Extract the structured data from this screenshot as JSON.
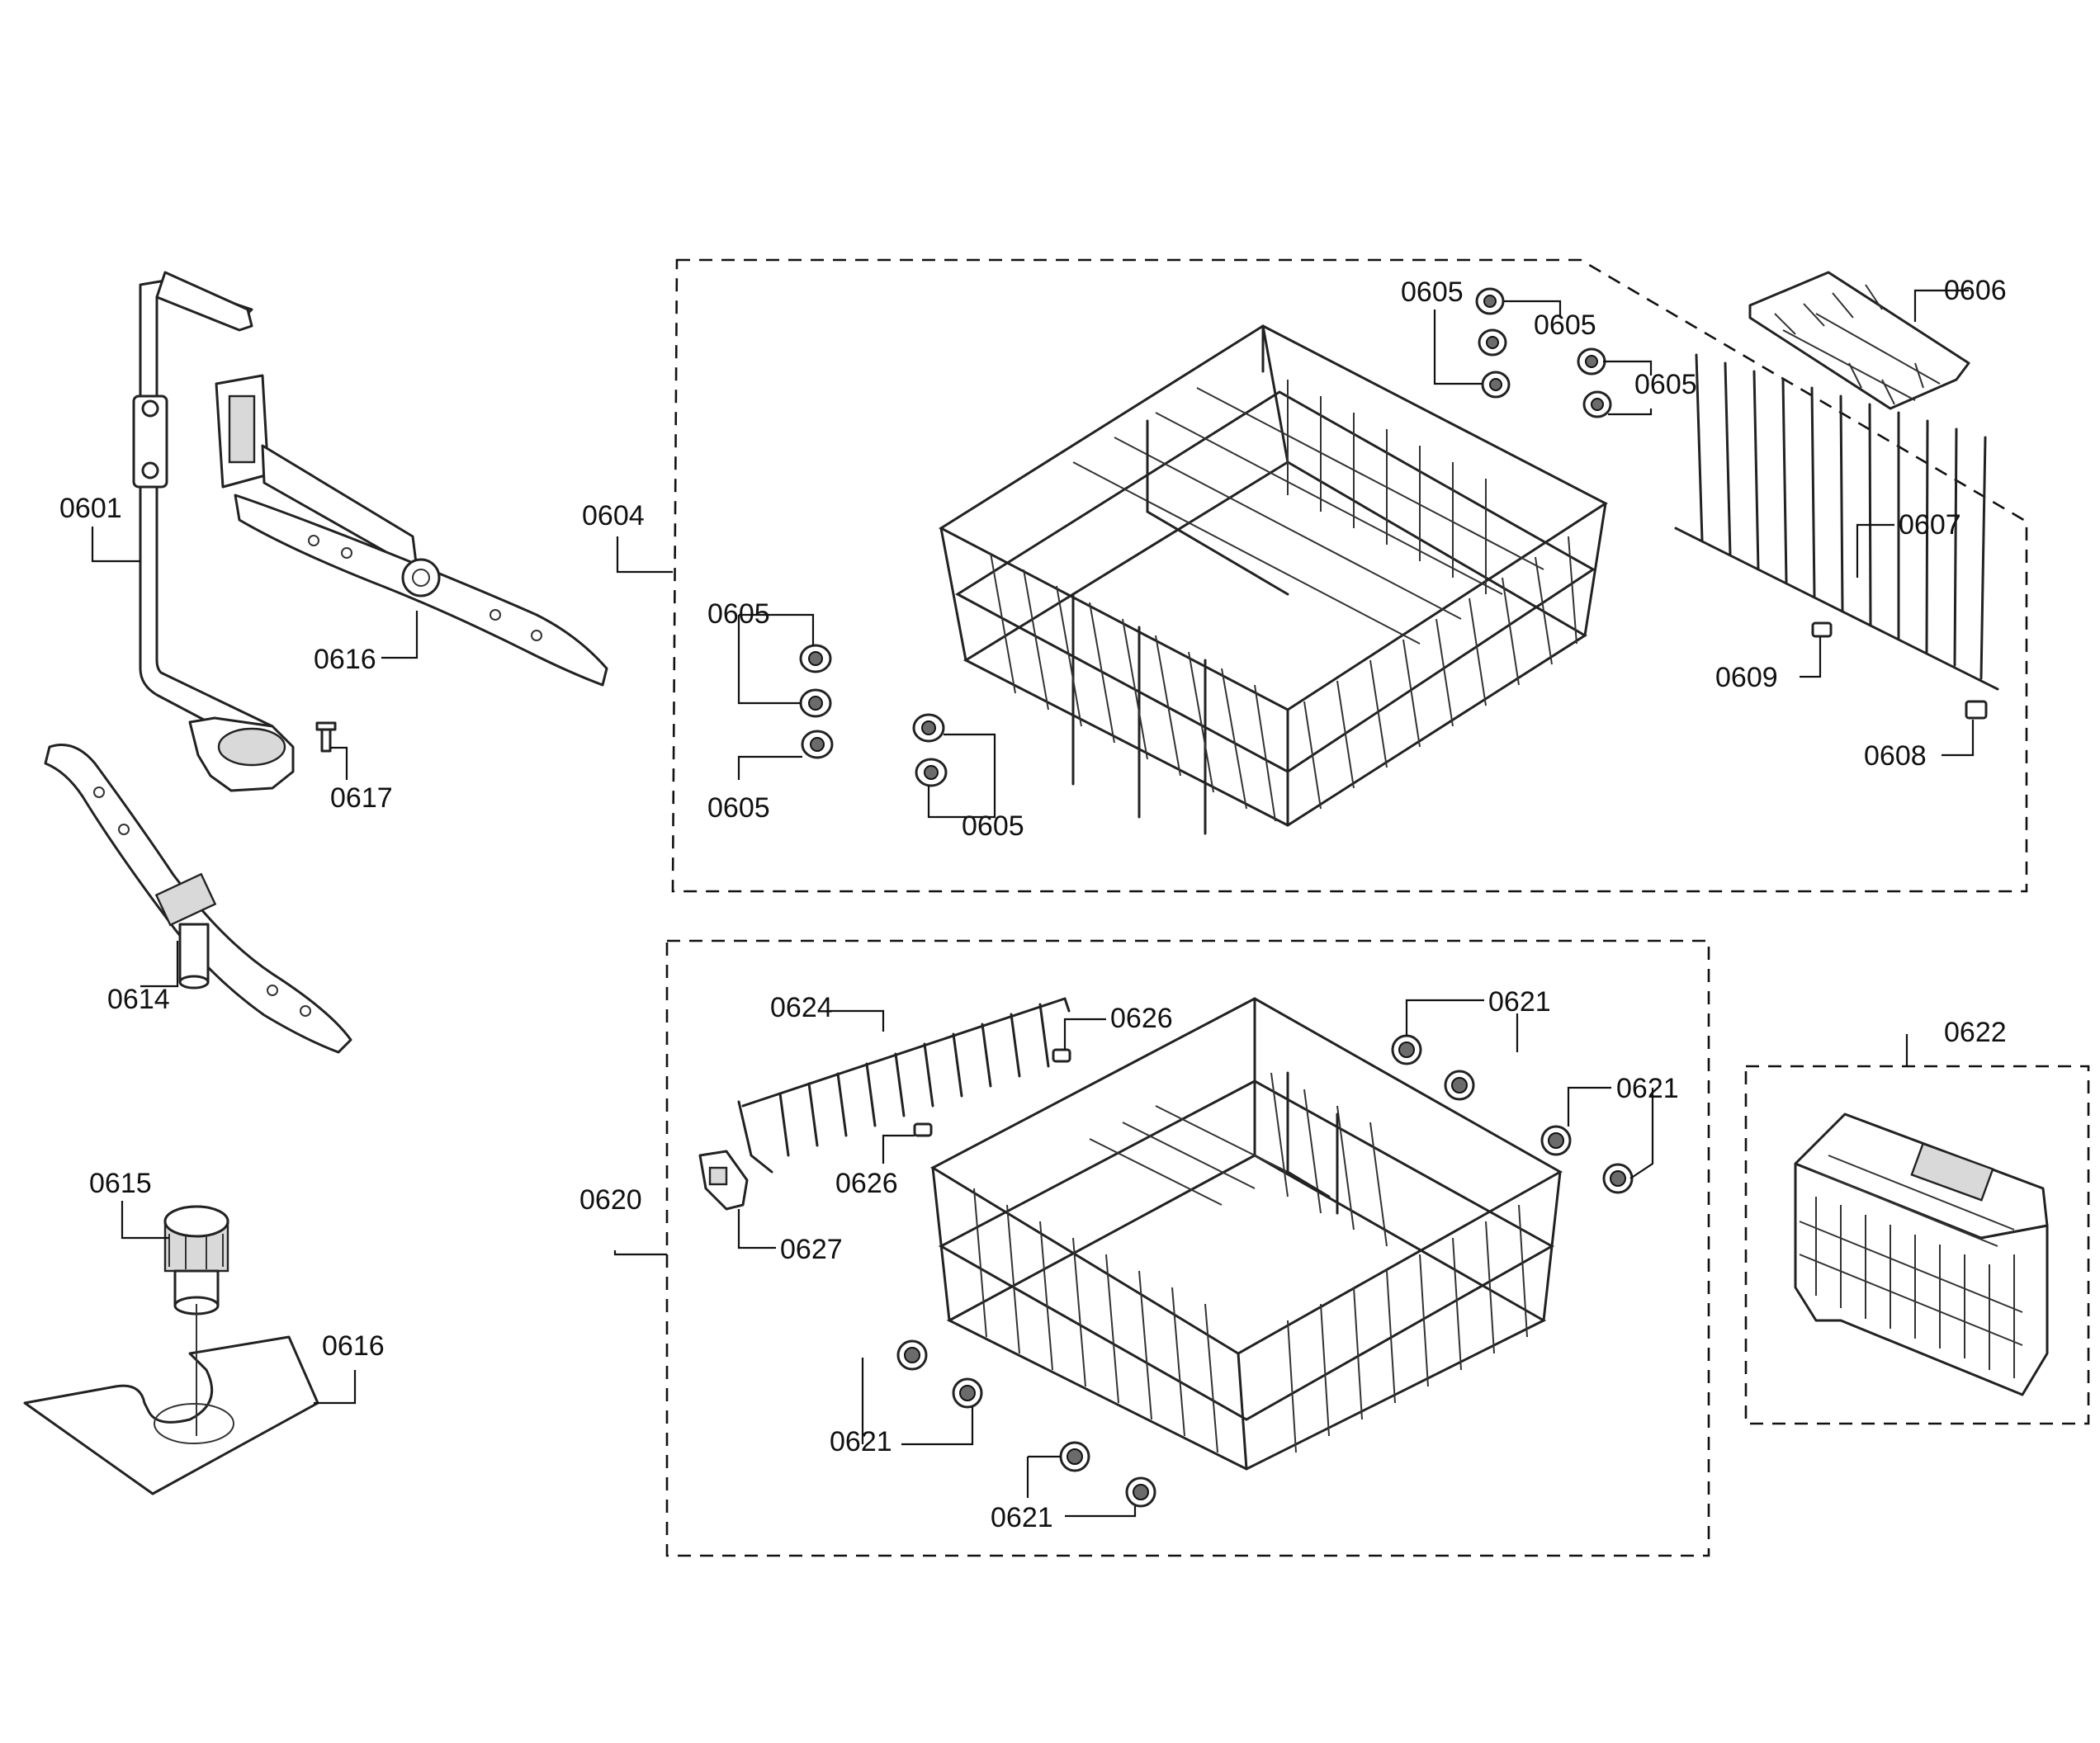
{
  "diagram": {
    "type": "exploded-parts-diagram",
    "part_numbers": {
      "spray_supply_pipe": "0601",
      "upper_rack_assembly": "0604",
      "upper_rack_wheel": "0605",
      "cup_shelf": "0606",
      "tine_row": "0607",
      "tine_clip_right": "0608",
      "tine_clip_left": "0609",
      "lower_spray_arm": "0614",
      "filter": "0615",
      "upper_spray_arm": "0616",
      "filter_plate": "0616",
      "screw": "0617",
      "lower_rack_assembly": "0620",
      "lower_rack_wheel": "0621",
      "silverware_basket": "0622",
      "folding_tines": "0624",
      "tine_holder": "0626",
      "rack_stop": "0627"
    },
    "callouts": [
      {
        "id": "c0601",
        "text": "0601"
      },
      {
        "id": "c0616a",
        "text": "0616"
      },
      {
        "id": "c0617",
        "text": "0617"
      },
      {
        "id": "c0614",
        "text": "0614"
      },
      {
        "id": "c0615",
        "text": "0615"
      },
      {
        "id": "c0616b",
        "text": "0616"
      },
      {
        "id": "c0604",
        "text": "0604"
      },
      {
        "id": "c0605a",
        "text": "0605"
      },
      {
        "id": "c0605b",
        "text": "0605"
      },
      {
        "id": "c0605c",
        "text": "0605"
      },
      {
        "id": "c0605d",
        "text": "0605"
      },
      {
        "id": "c0605e",
        "text": "0605"
      },
      {
        "id": "c0605f",
        "text": "0605"
      },
      {
        "id": "c0606",
        "text": "0606"
      },
      {
        "id": "c0607",
        "text": "0607"
      },
      {
        "id": "c0609",
        "text": "0609"
      },
      {
        "id": "c0608",
        "text": "0608"
      },
      {
        "id": "c0620",
        "text": "0620"
      },
      {
        "id": "c0624",
        "text": "0624"
      },
      {
        "id": "c0626a",
        "text": "0626"
      },
      {
        "id": "c0626b",
        "text": "0626"
      },
      {
        "id": "c0627",
        "text": "0627"
      },
      {
        "id": "c0621a",
        "text": "0621"
      },
      {
        "id": "c0621b",
        "text": "0621"
      },
      {
        "id": "c0621c",
        "text": "0621"
      },
      {
        "id": "c0621d",
        "text": "0621"
      },
      {
        "id": "c0622",
        "text": "0622"
      }
    ]
  }
}
